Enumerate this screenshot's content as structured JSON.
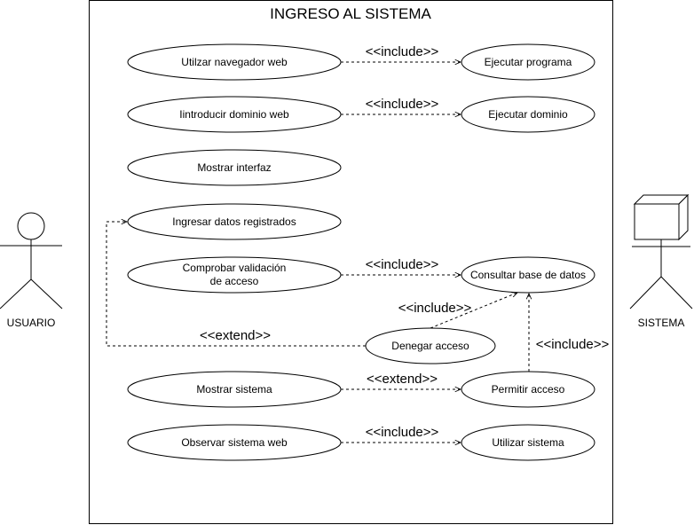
{
  "system": {
    "title": "INGRESO AL SISTEMA"
  },
  "actors": {
    "usuario": "USUARIO",
    "sistema": "SISTEMA"
  },
  "use_cases": {
    "utilizar_navegador": "Utilzar navegador web",
    "ejecutar_programa": "Ejecutar programa",
    "introducir_dominio": "Iintroducir dominio web",
    "ejecutar_dominio": "Ejecutar dominio",
    "mostrar_interfaz": "Mostrar interfaz",
    "ingresar_datos": "Ingresar datos registrados",
    "comprobar_validacion_1": "Comprobar validación",
    "comprobar_validacion_2": "de acceso",
    "consultar_bd": "Consultar base de datos",
    "denegar_acceso": "Denegar acceso",
    "mostrar_sistema": "Mostrar sistema",
    "permitir_acceso": "Permitir acceso",
    "observar_sistema": "Observar sistema web",
    "utilizar_sistema": "Utilizar sistema"
  },
  "relations": {
    "include_1": "<<include>>",
    "include_2": "<<include>>",
    "include_3": "<<include>>",
    "include_4": "<<include>>",
    "include_5": "<<include>>",
    "include_6": "<<include>>",
    "extend_1": "<<extend>>",
    "extend_2": "<<extend>>"
  }
}
